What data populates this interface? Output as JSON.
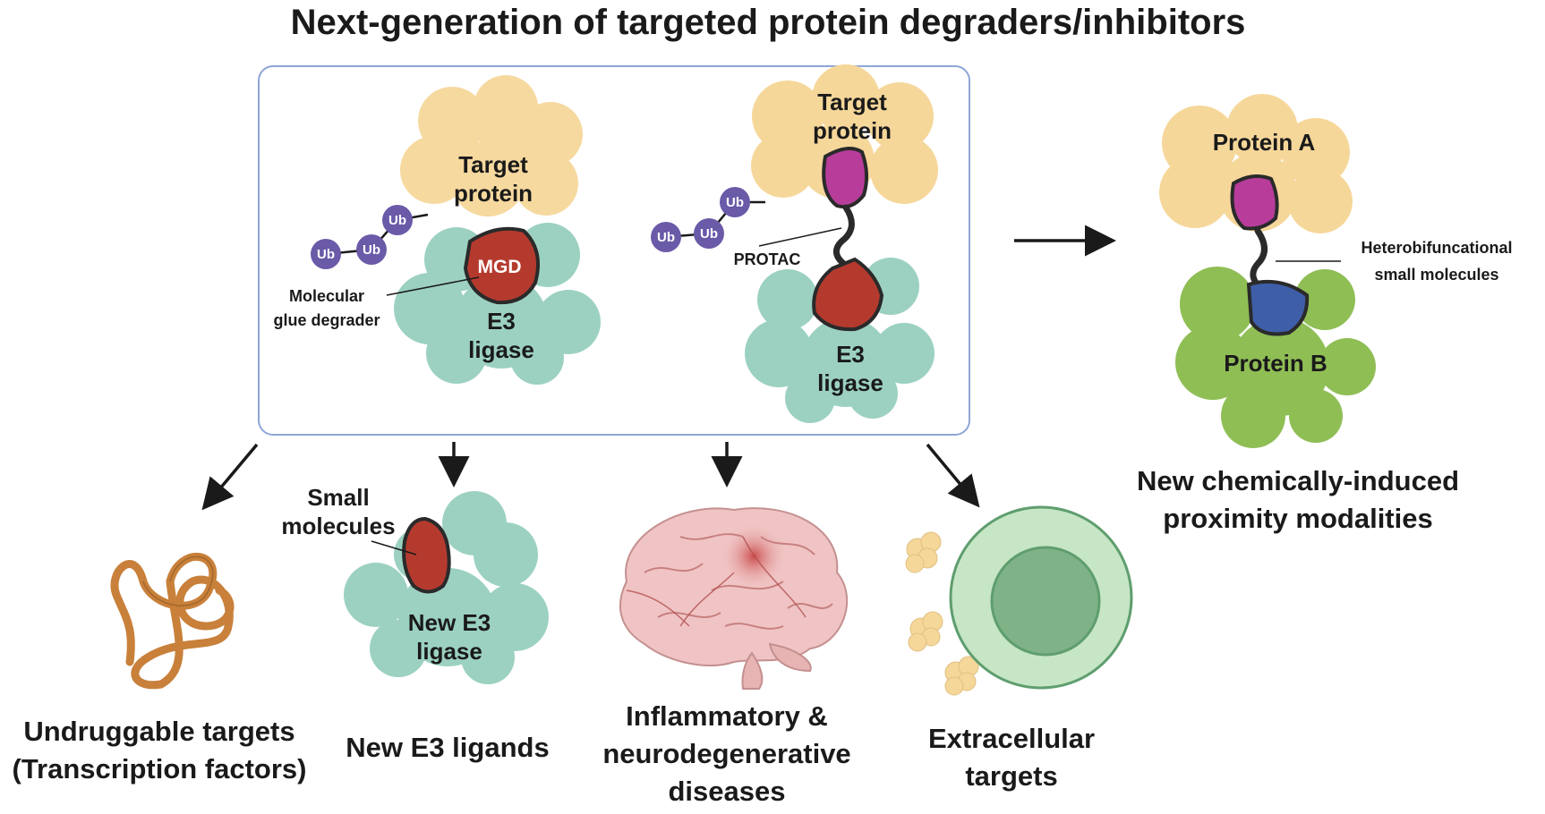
{
  "title": "Next-generation of targeted protein degraders/inhibitors",
  "mgd_panel": {
    "target_line1": "Target",
    "target_line2": "protein",
    "mgd_label": "MGD",
    "glue_line1": "Molecular",
    "glue_line2": "glue degrader",
    "e3_line1": "E3",
    "e3_line2": "ligase",
    "ub_labels": [
      "Ub",
      "Ub",
      "Ub"
    ]
  },
  "protac_panel": {
    "target_line1": "Target",
    "target_line2": "protein",
    "protac_label": "PROTAC",
    "e3_line1": "E3",
    "e3_line2": "ligase",
    "ub_labels": [
      "Ub",
      "Ub",
      "Ub"
    ]
  },
  "proximity_panel": {
    "protein_a": "Protein A",
    "protein_b": "Protein B",
    "hetero_line1": "Heterobifuncational",
    "hetero_line2": "small molecules",
    "caption_line1": "New chemically-induced",
    "caption_line2": "proximity modalities"
  },
  "undruggable": {
    "line1": "Undruggable targets",
    "line2": "(Transcription factors)"
  },
  "new_e3": {
    "small_line1": "Small",
    "small_line2": "molecules",
    "ligase_line1": "New E3",
    "ligase_line2": "ligase",
    "caption": "New E3 ligands"
  },
  "diseases": {
    "line1": "Inflammatory &",
    "line2": "neurodegenerative",
    "line3": "diseases"
  },
  "extracellular": {
    "line1": "Extracellular",
    "line2": "targets"
  },
  "colors": {
    "target_protein": "#f6d79a",
    "e3_ligase": "#9cd1c2",
    "mgd": "#b53a2e",
    "ubiquitin": "#6a5aa8",
    "warhead_magenta": "#b83d9b",
    "ligand_blue": "#3f5ea8",
    "protein_b_green": "#8fbe55",
    "cell_outer": "#c7e6c5",
    "cell_nucleus": "#7fb387",
    "tf_orange": "#c8803a",
    "brain_pink": "#f0c4c4",
    "panel_border": "#8ea6d6"
  }
}
